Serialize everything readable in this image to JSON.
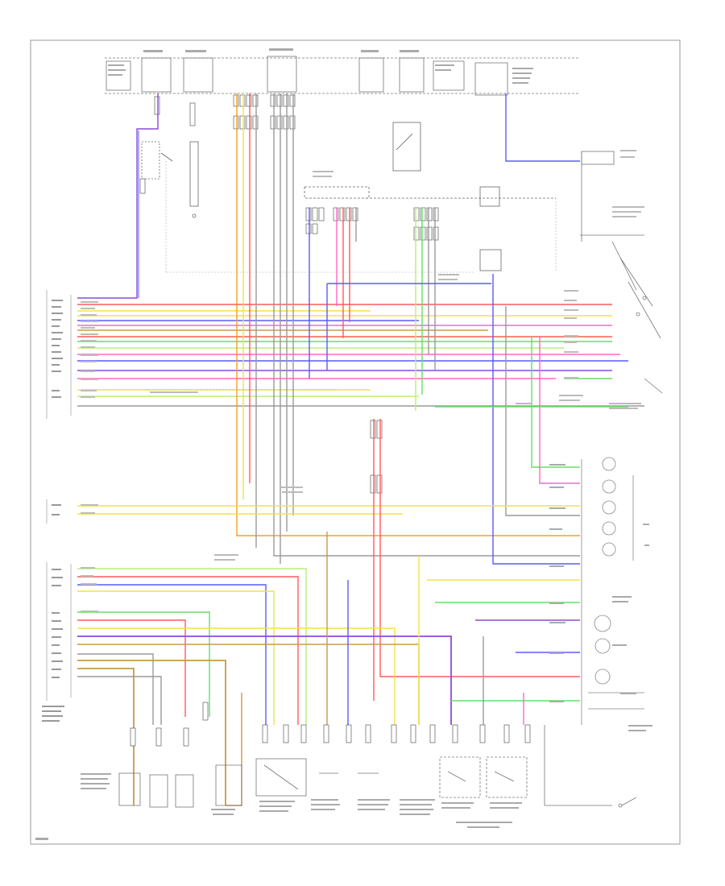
{
  "diagram": {
    "title": "",
    "footer_code": "",
    "colors": {
      "frame": "#9a9a9a",
      "wire_dark": "#555555",
      "wire_gray": "#9a9a9a",
      "blue": "#5a5aff",
      "violet": "#8a4ad6",
      "red": "#ff5a5a",
      "pink": "#ff66cc",
      "yellow": "#f2e24a",
      "orange": "#f5a020",
      "green": "#66dd66",
      "light_green": "#b8f07a",
      "brown": "#c89a4a",
      "tan": "#d9b878"
    },
    "icons": [
      "switch-symbol",
      "sensor-symbol",
      "solenoid-symbol",
      "ground-symbol",
      "connector-pin-symbol"
    ]
  }
}
